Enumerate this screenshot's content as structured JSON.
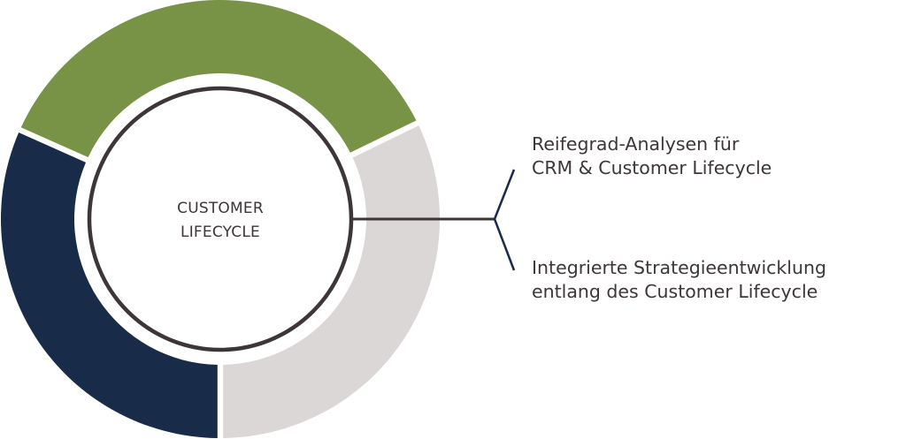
{
  "center": {
    "line1": "CUSTOMER",
    "line2": "LIFECYCLE"
  },
  "segments": [
    {
      "name": "green",
      "color": "#789346",
      "from_deg": 26,
      "to_deg": 156
    },
    {
      "name": "navy",
      "color": "#182b49",
      "from_deg": 156,
      "to_deg": 270
    },
    {
      "name": "gray",
      "color": "#dad7d6",
      "from_deg": -90,
      "to_deg": 26
    }
  ],
  "colors": {
    "text": "#3d3537",
    "connector": "#3d3537",
    "branch": "#182b49"
  },
  "items": [
    {
      "line1": "Reifegrad-Analysen für",
      "line2": "CRM & Customer Lifecycle"
    },
    {
      "line1": "Integrierte Strategieentwicklung",
      "line2": "entlang des Customer Lifecycle"
    }
  ]
}
